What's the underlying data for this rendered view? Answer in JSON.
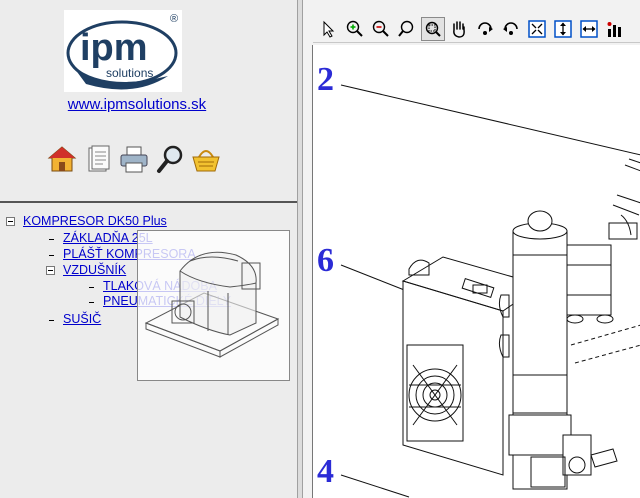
{
  "sidebar": {
    "logo": {
      "main_text": "ipm",
      "sub_text": "solutions",
      "registered": "®"
    },
    "site_link": "www.ipmsolutions.sk",
    "icons": [
      "home-icon",
      "document-icon",
      "print-icon",
      "search-icon",
      "basket-icon"
    ]
  },
  "tree": {
    "root": {
      "label": "KOMPRESOR DK50 Plus",
      "expanded": true
    },
    "items": [
      {
        "label": "ZÁKLADŇA 25L"
      },
      {
        "label": "PLÁŠŤ KOMPRESORA"
      },
      {
        "label": "VZDUŠNÍK",
        "expanded": true
      },
      {
        "label": "TLAKOVÁ NÁDOBA"
      },
      {
        "label": "PNEUMATICKÉ DIELY"
      },
      {
        "label": "SUŠIČ"
      }
    ]
  },
  "viewer": {
    "tools": [
      "select-arrow-icon",
      "zoom-in-icon",
      "zoom-out-icon",
      "magnifier-icon",
      "zoom-area-icon",
      "pan-hand-icon",
      "rotate-left-icon",
      "rotate-right-icon",
      "fit-page-icon",
      "fit-height-icon",
      "fit-width-icon",
      "reset-icon"
    ],
    "callouts": [
      "2",
      "6",
      "4"
    ]
  },
  "colors": {
    "link": "#0000cc",
    "callout": "#2b2bd6",
    "logo_navy": "#1f3f63"
  }
}
